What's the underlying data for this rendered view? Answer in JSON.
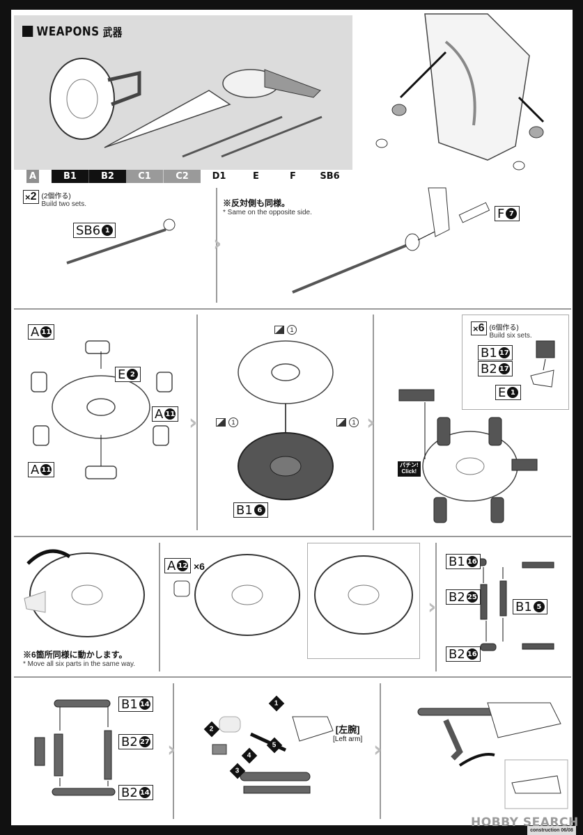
{
  "header": {
    "title": "WEAPONS",
    "title_jp": "武器"
  },
  "runners": [
    {
      "label": "A",
      "color": "#8f8f8f"
    },
    {
      "label": "B1",
      "color": "#111111"
    },
    {
      "label": "B2",
      "color": "#111111"
    },
    {
      "label": "C1",
      "color": "#9a9a9a"
    },
    {
      "label": "C2",
      "color": "#9a9a9a"
    },
    {
      "label": "D1",
      "color": "#ffffff"
    },
    {
      "label": "E",
      "color": "#ffffff"
    },
    {
      "label": "F",
      "color": "#ffffff"
    },
    {
      "label": "SB6",
      "color": "#ffffff"
    }
  ],
  "step1": {
    "multiplier": "2",
    "note_jp": "(2個作る)",
    "note_en": "Build two sets.",
    "parts": [
      {
        "runner": "SB6",
        "number": "1"
      }
    ]
  },
  "step2": {
    "note_jp": "※反対側も同様。",
    "note_en": "* Same on the opposite side.",
    "parts": [
      {
        "runner": "F",
        "number": "7"
      }
    ]
  },
  "step3": {
    "parts": [
      {
        "runner": "A",
        "number": "11"
      },
      {
        "runner": "E",
        "number": "2"
      },
      {
        "runner": "A",
        "number": "11"
      },
      {
        "runner": "A",
        "number": "11"
      }
    ]
  },
  "step4": {
    "flag_number": "1",
    "parts": [
      {
        "runner": "B1",
        "number": "6"
      }
    ]
  },
  "step5": {
    "multiplier": "6",
    "note_jp": "(6個作る)",
    "note_en": "Build six sets.",
    "parts": [
      {
        "runner": "B1",
        "number": "17"
      },
      {
        "runner": "B2",
        "number": "17"
      },
      {
        "runner": "E",
        "number": "1"
      }
    ],
    "click_jp": "パチン!",
    "click_en": "Click!"
  },
  "step6": {
    "note_jp": "※6箇所同様に動かします。",
    "note_en": "* Move all six parts in the same way."
  },
  "step7": {
    "parts": [
      {
        "runner": "A",
        "number": "12"
      }
    ],
    "multiplier": "×6"
  },
  "step8": {
    "parts": [
      {
        "runner": "B1",
        "number": "16"
      },
      {
        "runner": "B2",
        "number": "25"
      },
      {
        "runner": "B1",
        "number": "5"
      },
      {
        "runner": "B2",
        "number": "16"
      }
    ]
  },
  "step9": {
    "parts": [
      {
        "runner": "B1",
        "number": "14"
      },
      {
        "runner": "B2",
        "number": "27"
      },
      {
        "runner": "B2",
        "number": "14"
      }
    ]
  },
  "step10": {
    "steps": [
      "1",
      "2",
      "3",
      "4",
      "5"
    ],
    "label_jp": "[左腕]",
    "label_en": "[Left arm]"
  },
  "footer": {
    "logo": "HOBBY SEARCH",
    "page": "construction 06/08"
  }
}
